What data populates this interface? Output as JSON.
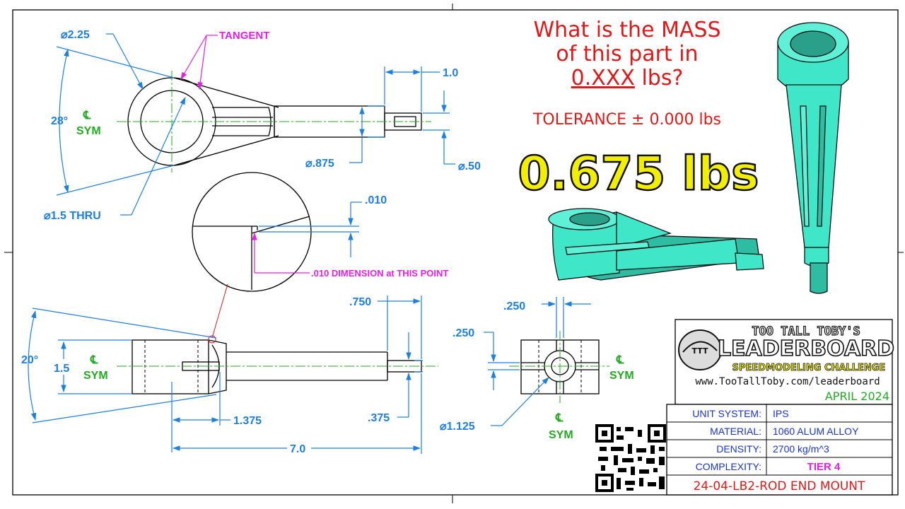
{
  "question": {
    "line1": "What is the MASS",
    "line2": "of this part in",
    "line3_underlined": "0.XXX",
    "line3_rest": " lbs?",
    "tolerance": "TOLERANCE ± 0.000 lbs",
    "answer": "0.675 lbs"
  },
  "top_view": {
    "dia_225": "⌀2.25",
    "tangent": "TANGENT",
    "angle_28": "28°",
    "cl_symbol": "℄",
    "sym": "SYM",
    "dia_15": "⌀1.5 THRU",
    "dia_875": "⌀.875",
    "dim_10": "1.0",
    "dia_50": "⌀.50"
  },
  "detail": {
    "dim_010": ".010",
    "note": ".010 DIMENSION at THIS POINT"
  },
  "front_view": {
    "angle_20": "20°",
    "dim_15": "1.5",
    "cl_symbol": "℄",
    "sym": "SYM",
    "dim_750": ".750",
    "dim_375": ".375",
    "dim_1375": "1.375",
    "dim_70": "7.0"
  },
  "end_view": {
    "dim_250_h": ".250",
    "dim_250_v": ".250",
    "cl_symbol_r": "℄",
    "sym_r": "SYM",
    "cl_symbol_b": "℄",
    "sym_b": "SYM",
    "dia_1125": "⌀1.125"
  },
  "logo": {
    "line1": "TOO TALL TOBY'S",
    "line2": "LEADERBOARD",
    "line3": "SPEEDMODELING CHALLENGE",
    "url": "www.TooTallToby.com/leaderboard",
    "date": "APRIL 2024",
    "badge": "TTT"
  },
  "title_block": {
    "rows": [
      {
        "label": "UNIT SYSTEM:",
        "value": "IPS"
      },
      {
        "label": "MATERIAL:",
        "value": "1060 ALUM ALLOY"
      },
      {
        "label": "DENSITY:",
        "value": "2700 kg/m^3"
      },
      {
        "label": "COMPLEXITY:",
        "value": "TIER 4"
      }
    ],
    "part_number": "24-04-LB2-ROD END MOUNT"
  },
  "colors": {
    "dimension": "#1e7fe0",
    "centerline": "#22aa22",
    "note": "#e61ee6",
    "question": "#e01818",
    "answer_fill": "#f2ee00",
    "model": "#40e6c8",
    "title_block_text": "#1a35c8"
  }
}
